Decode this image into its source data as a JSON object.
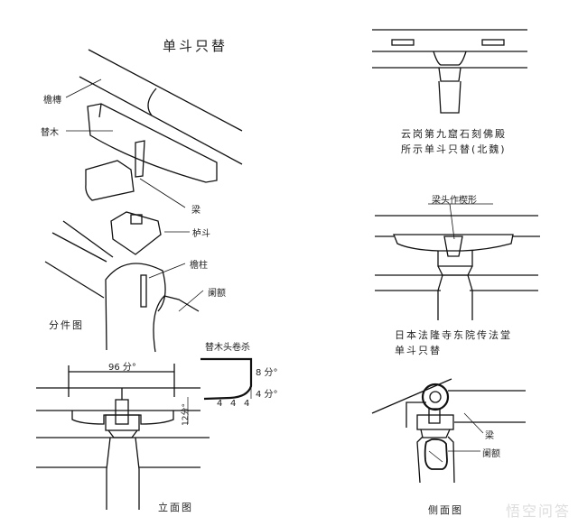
{
  "title": "单斗只替",
  "exploded": {
    "caption": "分件图",
    "labels": {
      "eave_purlin": "檐槫",
      "corbel_wood": "替木",
      "beam": "梁",
      "cap_block": "栌斗",
      "eave_column": "檐柱",
      "architrave": "阑额"
    }
  },
  "elevation": {
    "caption": "立面图",
    "width_dim": "96 分°",
    "height_dim": "12分°"
  },
  "corbel_end": {
    "caption": "替木头卷杀",
    "dim_upper": "8 分°",
    "dim_lower": "4 分°",
    "bottom_dims": [
      "4",
      "4",
      "4"
    ]
  },
  "yungang": {
    "caption_line1": "云岗第九窟石刻佛殿",
    "caption_line2": "所示单斗只替(北魏)"
  },
  "horyuji": {
    "note": "梁头作楔形",
    "caption_line1": "日本法隆寺东院传法堂",
    "caption_line2": "单斗只替"
  },
  "side": {
    "caption": "侧面图",
    "labels": {
      "beam": "梁",
      "architrave": "阑额"
    }
  },
  "watermark": "悟空问答"
}
